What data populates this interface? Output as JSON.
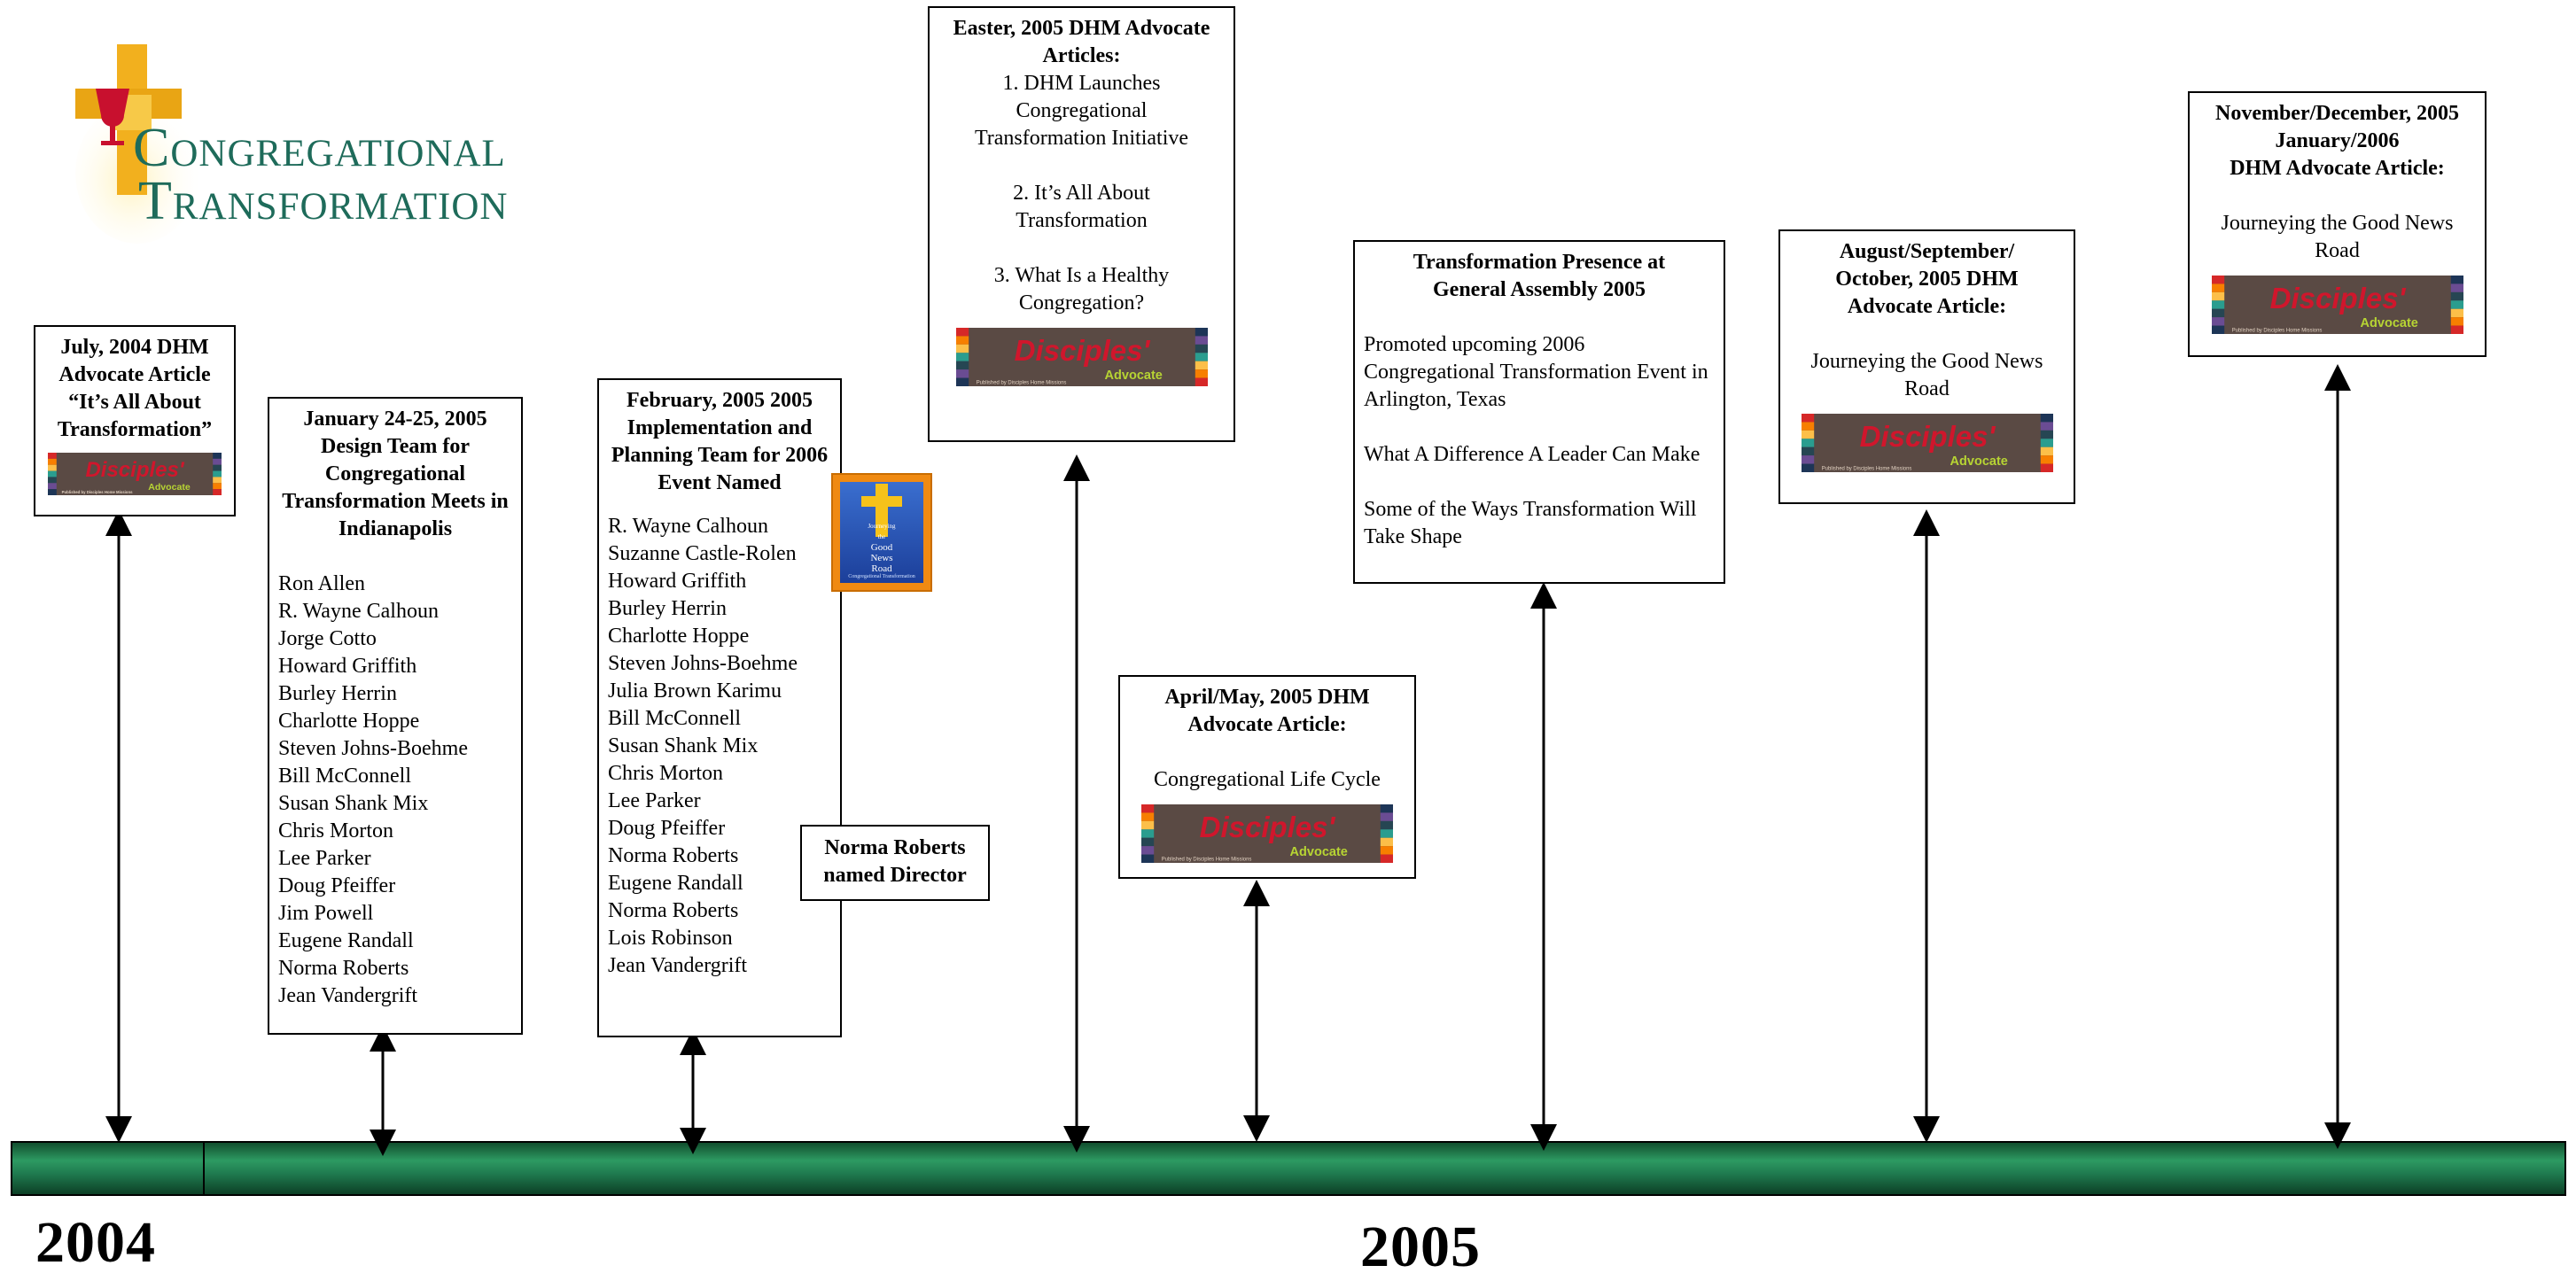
{
  "logo": {
    "line1": "Congregational",
    "line2": "Transformation",
    "icon": "cross-chalice-icon"
  },
  "badge_text": {
    "main": "Disciples'",
    "sub": "Advocate",
    "fine": "Published by Disciples Home Missions"
  },
  "booklet": {
    "line1": "Journeying",
    "line2": "the",
    "line3": "Good",
    "line4": "News",
    "line5": "Road",
    "fine": "Congregational Transformation"
  },
  "events": [
    {
      "title": "July, 2004  DHM Advocate Article “It’s All About Transformation”"
    },
    {
      "title": "January 24-25, 2005 Design Team for Congregational Transformation Meets in Indianapolis",
      "names": [
        "Ron Allen",
        "R. Wayne Calhoun",
        "Jorge Cotto",
        "Howard Griffith",
        "Burley Herrin",
        "Charlotte Hoppe",
        "Steven Johns-Boehme",
        "Bill McConnell",
        "Susan Shank Mix",
        "Chris Morton",
        "Lee Parker",
        "Doug Pfeiffer",
        "Jim Powell",
        "Eugene Randall",
        "Norma Roberts",
        "Jean Vandergrift"
      ]
    },
    {
      "title": "February, 2005 2005 Implementation and Planning Team for 2006 Event Named",
      "names": [
        "R. Wayne Calhoun",
        "Suzanne Castle-Rolen",
        "Howard Griffith",
        "Burley Herrin",
        "Charlotte Hoppe",
        "Steven Johns-Boehme",
        "Julia Brown Karimu",
        "Bill McConnell",
        "Susan Shank Mix",
        "Chris Morton",
        "Lee Parker",
        "Doug Pfeiffer",
        "Norma Roberts",
        "Eugene Randall",
        "Norma Roberts",
        "Lois Robinson",
        "Jean Vandergrift"
      ]
    },
    {
      "title": "Norma Roberts named Director"
    },
    {
      "title": "Easter, 2005 DHM Advocate Articles:",
      "items": [
        "1. DHM Launches Congregational Transformation Initiative",
        "2. It’s All About Transformation",
        "3. What Is a Healthy Congregation?"
      ]
    },
    {
      "title": "April/May, 2005 DHM Advocate Article:",
      "body": "Congregational Life Cycle"
    },
    {
      "title": "Transformation Presence at General Assembly 2005",
      "items": [
        "Promoted upcoming 2006 Congregational Transformation Event in Arlington, Texas",
        "What A Difference A Leader Can Make",
        "Some of the Ways Transformation Will Take Shape"
      ]
    },
    {
      "title": "August/September/ October, 2005 DHM Advocate Article:",
      "body": "Journeying the Good News Road"
    },
    {
      "title_lines": [
        "November/December, 2005",
        "January/2006",
        "DHM Advocate Article:"
      ],
      "body": "Journeying the Good News Road"
    }
  ],
  "years": {
    "y2004": "2004",
    "y2005": "2005"
  },
  "colors": {
    "timeline_green": "#1f7a4f",
    "logo_teal": "#1e6b5a",
    "logo_gold": "#f2b01e",
    "badge_red": "#d0162c"
  }
}
